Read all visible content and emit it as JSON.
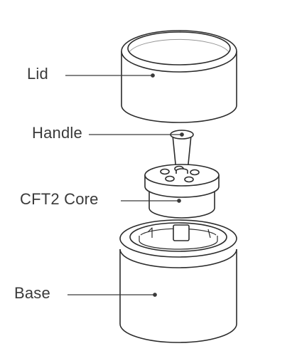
{
  "labels": {
    "lid": "Lid",
    "handle": "Handle",
    "core": "CFT2 Core",
    "base": "Base"
  },
  "colors": {
    "stroke": "#2b2b2b",
    "leader": "#3a3a3a",
    "text": "#3a3a3a",
    "background": "#ffffff"
  }
}
